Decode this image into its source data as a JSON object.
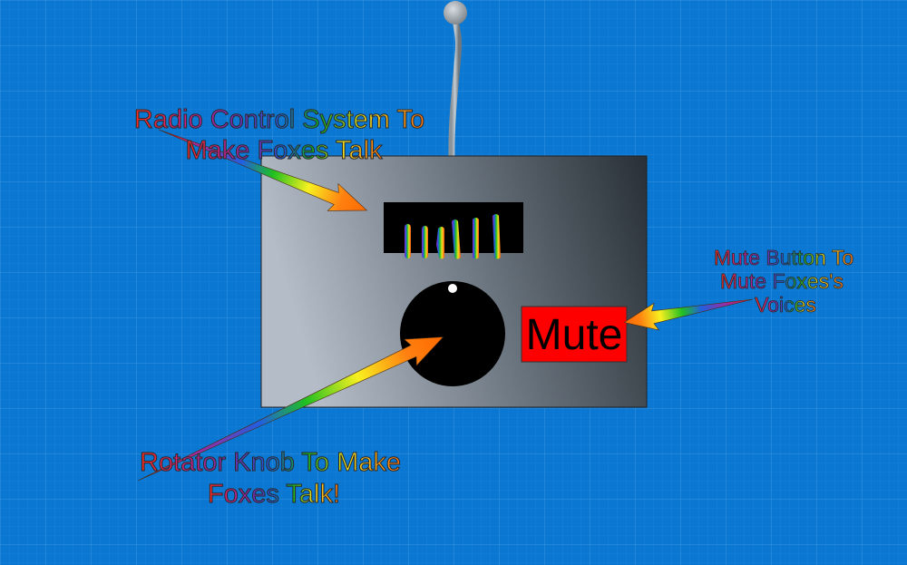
{
  "labels": {
    "radio_line1": "Radio Control System To",
    "radio_line2": "Make Foxes Talk",
    "mute_line1": "Mute Button To",
    "mute_line2": "Mute Foxes's",
    "mute_line3": "Voices",
    "knob_line1": "Rotator Knob To Make",
    "knob_line2": "Foxes Talk!"
  },
  "mute_button": {
    "label": "Mute"
  },
  "colors": {
    "background": "#0a77d2",
    "mute": "#ff0000",
    "box_light": "#b4bcc8",
    "box_dark": "#283036"
  }
}
